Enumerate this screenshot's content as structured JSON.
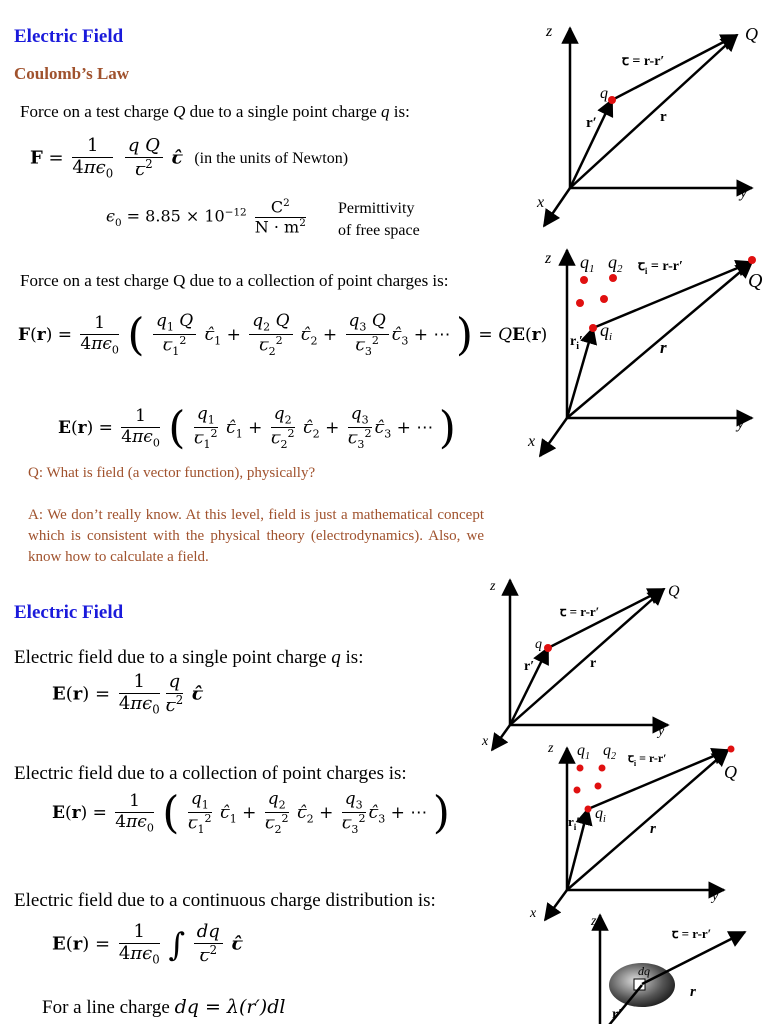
{
  "section1": {
    "title": "Electric Field",
    "subtitle": "Coulomb’s Law",
    "intro": "Force on a test charge",
    "intro_q": "Q",
    "intro_mid": "due to a single point charge",
    "intro_small_q": "q",
    "intro_end": "is:",
    "units_note": "(in the units of Newton)",
    "eps_value": "8.85 × 10",
    "eps_exp": "−12",
    "eps_units_num": "C",
    "eps_units_den": "N · m",
    "permittivity_line1": "Permittivity",
    "permittivity_line2": "of free space",
    "collection_text": "Force on a test charge Q due to a collection of  point charges is:",
    "question": "Q: What is field (a vector function), physically?",
    "answer": "A: We don’t really know. At this level, field is just a mathematical concept which is consistent with the physical theory (electrodynamics). Also, we know how to calculate a field."
  },
  "section2": {
    "title": "Electric Field",
    "single_text": "Electric field due to a single point charge",
    "single_q": "q",
    "single_end": "is:",
    "collection_text": "Electric field due to a collection of point charges is:",
    "continuous_text": "Electric field due to a continuous charge distribution is:",
    "line_charge_text": "For a line charge",
    "line_charge_eq": "dq = λ(r′)dl"
  },
  "diagrams": {
    "axis_x": "x",
    "axis_y": "y",
    "axis_z": "z",
    "label_Q": "Q",
    "label_q": "q",
    "label_r": "r",
    "label_rprime": "r′",
    "label_sep": "= r-r′",
    "label_sep_i": "= r-r′",
    "label_q1": "q",
    "label_q2": "q",
    "label_qi": "q",
    "label_dq": "dq",
    "charge_color": "#e01010"
  }
}
